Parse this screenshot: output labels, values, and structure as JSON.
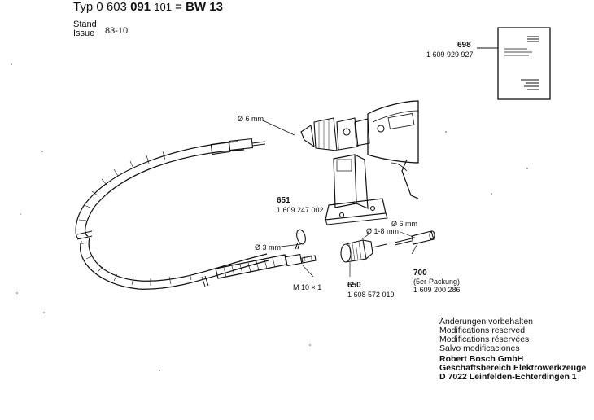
{
  "header": {
    "typ_label": "Typ",
    "typ_number_a": "0 603",
    "typ_number_b": "091",
    "typ_number_c": "101",
    "typ_eq": "=",
    "model": "BW 13",
    "stand_label": "Stand",
    "issue_label": "Issue",
    "issue_value": "83-10"
  },
  "parts": [
    {
      "id": "698",
      "number": "698",
      "part_no": "1 609 929 927"
    },
    {
      "id": "651",
      "number": "651",
      "part_no": "1 609 247 002"
    },
    {
      "id": "650",
      "number": "650",
      "part_no": "1 608 572 019"
    },
    {
      "id": "700",
      "number": "700",
      "note": "(5er-Packung)",
      "part_no": "1 609 200 286"
    }
  ],
  "dimensions": {
    "shaft_top": "Ø 6 mm",
    "ring": "Ø 3 mm",
    "chuck_range": "Ø 1-8 mm",
    "pin": "Ø 6 mm",
    "thread": "M 10 × 1"
  },
  "footer": {
    "lines": [
      "Änderungen vorbehalten",
      "Modifications reserved",
      "Modifications réservées",
      "Salvo modificaciones"
    ],
    "company_lines": [
      "Robert Bosch GmbH",
      "Geschäftsbereich Elektrowerkzeuge",
      "D 7022 Leinfelden-Echterdingen 1"
    ]
  }
}
